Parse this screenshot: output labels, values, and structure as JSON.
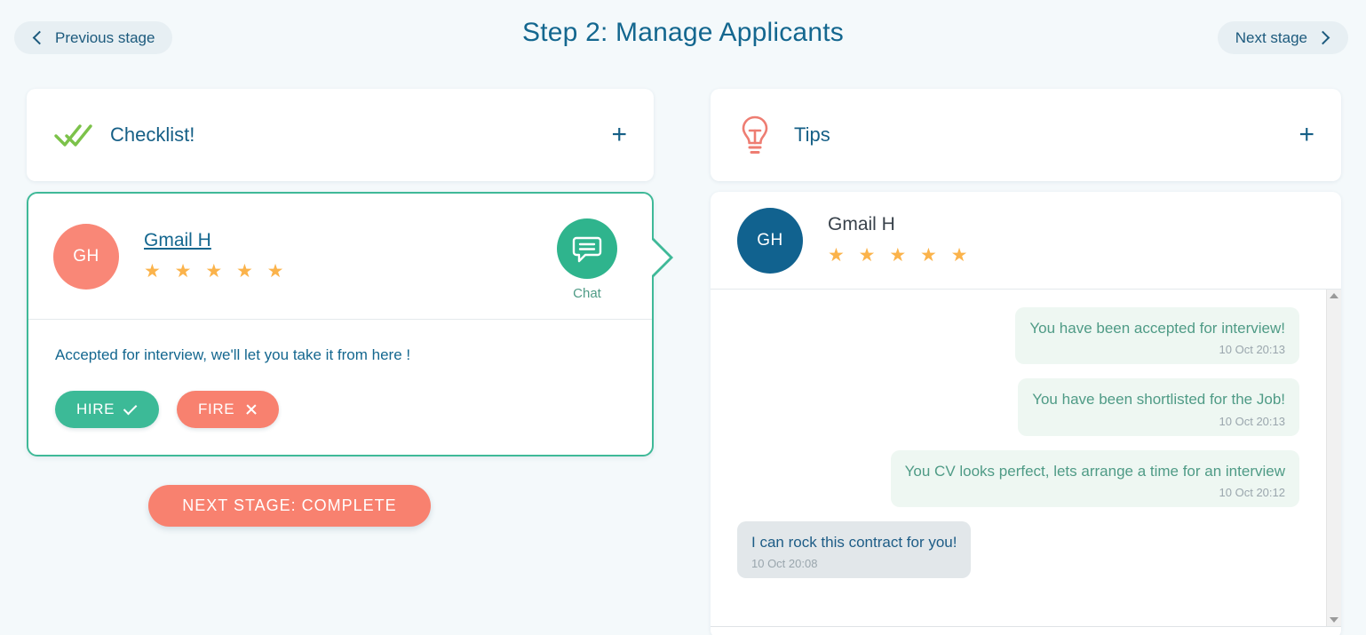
{
  "header": {
    "title": "Step 2: Manage Applicants",
    "prev_label": "Previous stage",
    "next_label": "Next stage"
  },
  "left": {
    "checklist": {
      "title": "Checklist!",
      "icon": "double-check-icon",
      "expand": "+"
    },
    "applicant": {
      "avatar_initials": "GH",
      "name": "Gmail H",
      "rating": 5,
      "rating_stars": "★ ★ ★ ★ ★",
      "chat_label": "Chat",
      "status_text": "Accepted for interview, we'll let you take it from here !",
      "hire_label": "HIRE",
      "fire_label": "FIRE"
    },
    "next_stage_button": "NEXT STAGE: COMPLETE"
  },
  "right": {
    "tips": {
      "title": "Tips",
      "icon": "lightbulb-icon",
      "expand": "+"
    },
    "chat": {
      "avatar_initials": "GH",
      "name": "Gmail H",
      "rating": 5,
      "rating_stars": "★ ★ ★ ★ ★",
      "messages": [
        {
          "direction": "out",
          "text": "You have been accepted for interview!",
          "time": "10 Oct 20:13"
        },
        {
          "direction": "out",
          "text": "You have been shortlisted for the Job!",
          "time": "10 Oct 20:13"
        },
        {
          "direction": "out",
          "text": "You CV looks perfect, lets arrange a time for an interview",
          "time": "10 Oct 20:12"
        },
        {
          "direction": "in",
          "text": "I can rock this contract for you!",
          "time": "10 Oct 20:08"
        }
      ]
    }
  },
  "colors": {
    "page_bg": "#f4f9fb",
    "title_blue": "#14678f",
    "accent_green": "#3fb998",
    "accent_salmon": "#f8816f",
    "star_orange": "#fbb34b",
    "avatar_blue": "#11628f"
  }
}
